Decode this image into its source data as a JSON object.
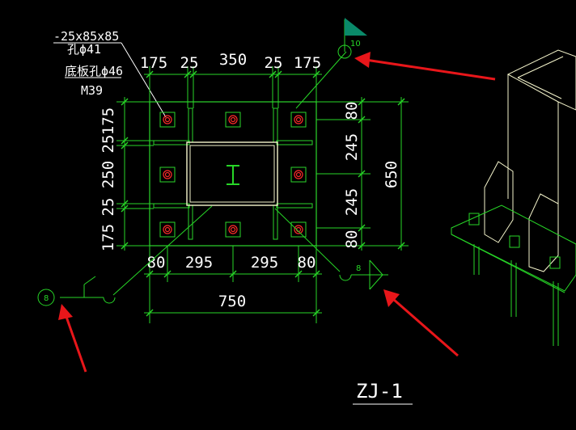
{
  "colors": {
    "background": "#000000",
    "dimension_line": "#27d627",
    "plate_outline": "#2bd62b",
    "column": "#f5f5cc",
    "bolt": "#ff2a2a",
    "text": "#ffffff",
    "annotation_arrow": "#e8161a",
    "flag": "#0a8a6a"
  },
  "notes": {
    "plate": "-25x85x85",
    "hole": "孔ϕ41",
    "base_hole": "底板孔ϕ46",
    "bolt": "M39"
  },
  "dimensions": {
    "top": [
      "175",
      "25",
      "350",
      "25",
      "175"
    ],
    "left": [
      "175",
      "25",
      "250",
      "25",
      "175"
    ],
    "right_inner": [
      "80",
      "245",
      "245",
      "80"
    ],
    "right_total": "650",
    "bottom": [
      "80",
      "295",
      "295",
      "80"
    ],
    "bottom_total": "750"
  },
  "weld_tags": {
    "top_right": "10",
    "bottom_right": "8",
    "left": "8"
  },
  "drawing_title": "ZJ-1",
  "icons": {
    "column_section": "i-beam-icon",
    "weld_flag": "weld-flag-icon",
    "bolt": "bolt-circle-icon",
    "arrow": "red-arrow-icon"
  }
}
